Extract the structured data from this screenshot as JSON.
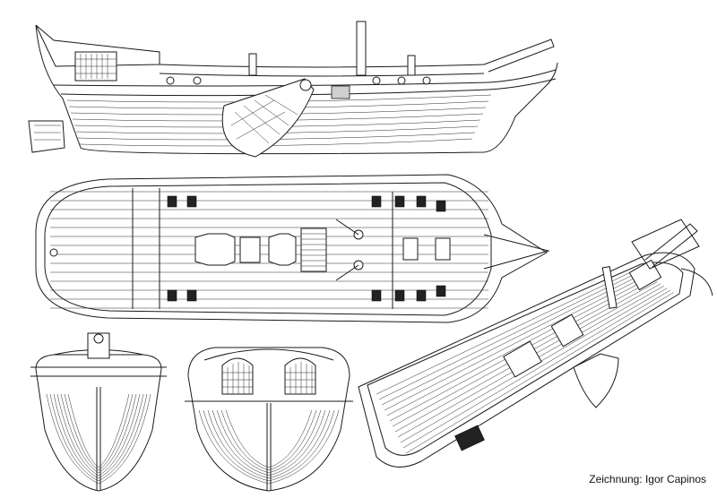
{
  "credit": "Zeichnung: Igor Capinos",
  "views": [
    {
      "id": "side-profile"
    },
    {
      "id": "deck-plan"
    },
    {
      "id": "perspective"
    },
    {
      "id": "bow-view"
    },
    {
      "id": "stern-view"
    }
  ]
}
